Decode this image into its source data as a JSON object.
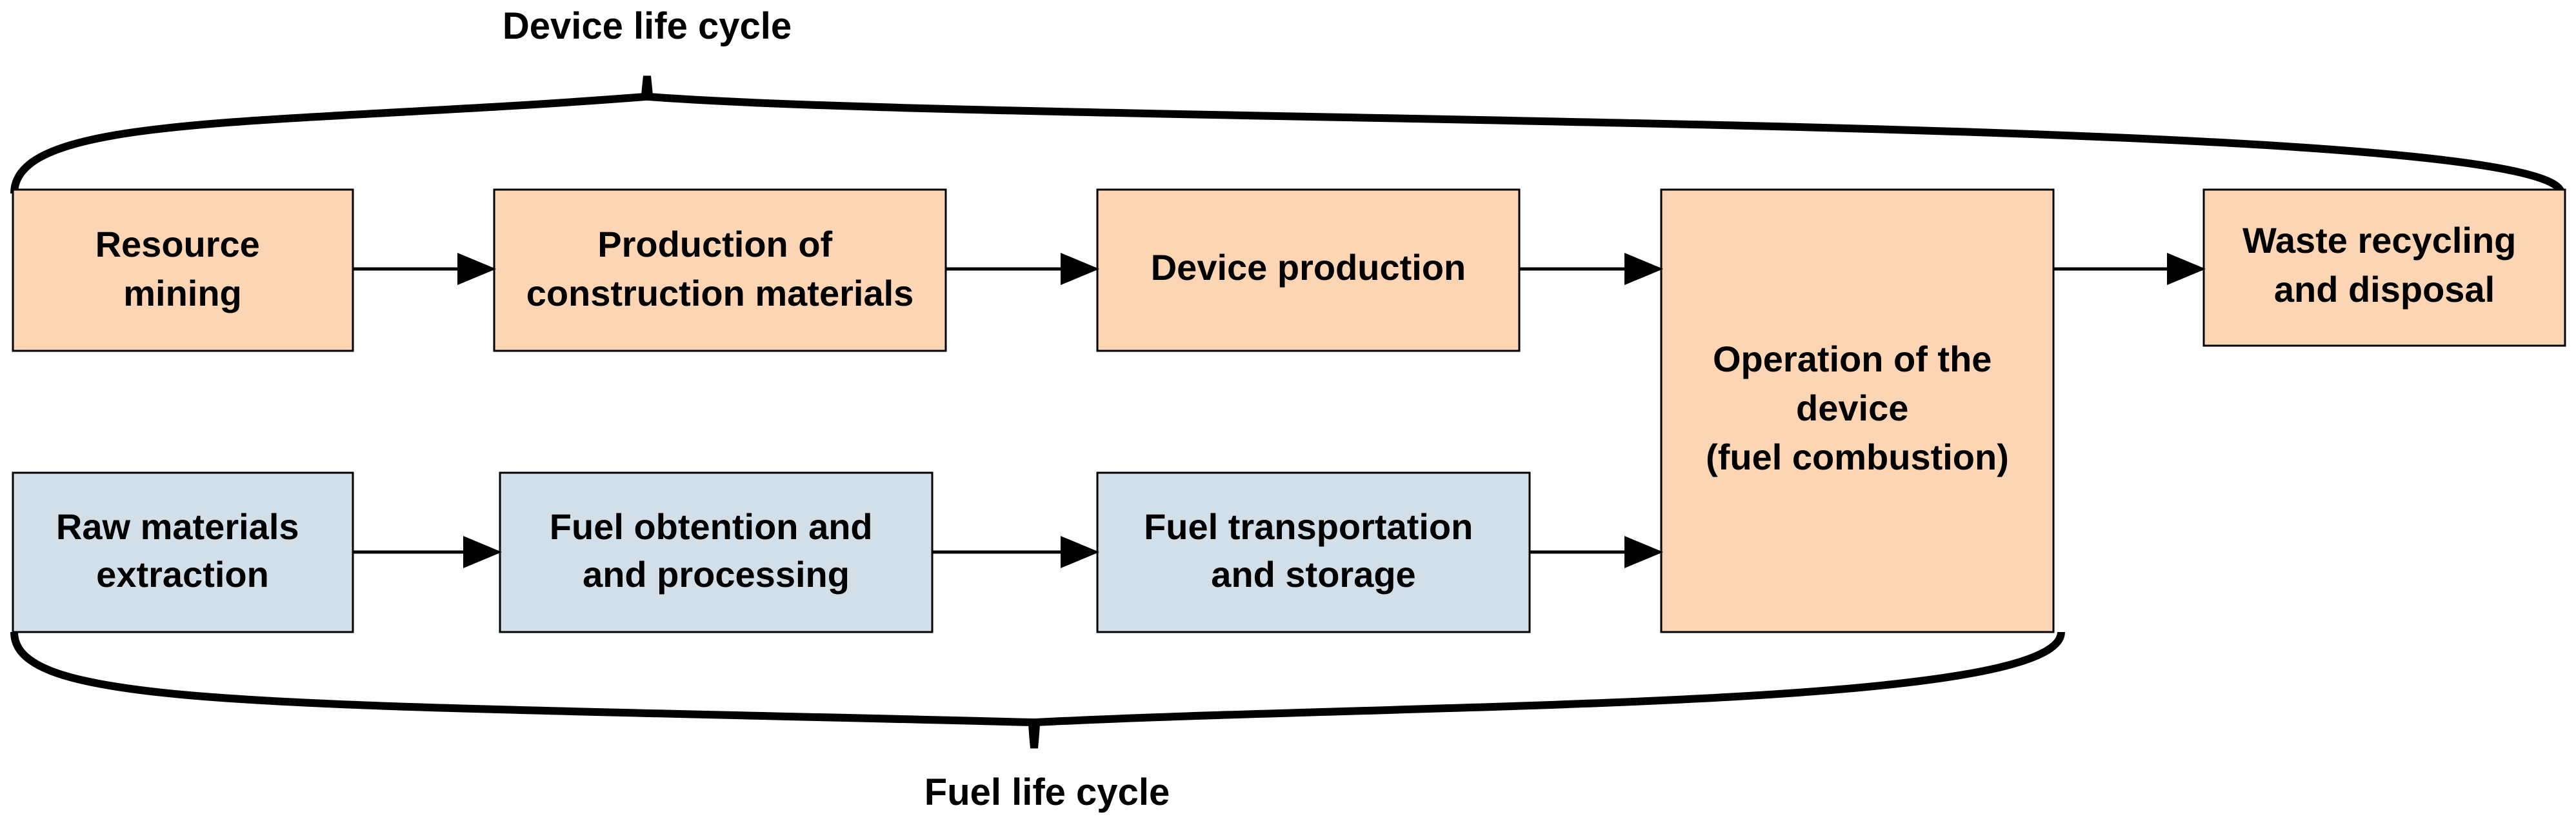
{
  "colors": {
    "device_fill": "#fcd5b5",
    "fuel_fill": "#d3dfe8",
    "stroke": "#000000"
  },
  "labels": {
    "device_cycle": "Device life cycle",
    "fuel_cycle": "Fuel life cycle"
  },
  "device_row": {
    "resource_mining": [
      "Resource",
      "mining"
    ],
    "construction_materials": [
      "Production of",
      "construction materials"
    ],
    "device_production": [
      "Device production"
    ],
    "waste_recycling": [
      "Waste recycling",
      "and disposal"
    ]
  },
  "operation": [
    "Operation of the",
    "device",
    "(fuel combustion)"
  ],
  "fuel_row": {
    "raw_materials": [
      "Raw materials",
      "extraction"
    ],
    "fuel_obtention": [
      "Fuel obtention and",
      "and processing"
    ],
    "fuel_transport": [
      "Fuel transportation",
      "and storage"
    ]
  }
}
